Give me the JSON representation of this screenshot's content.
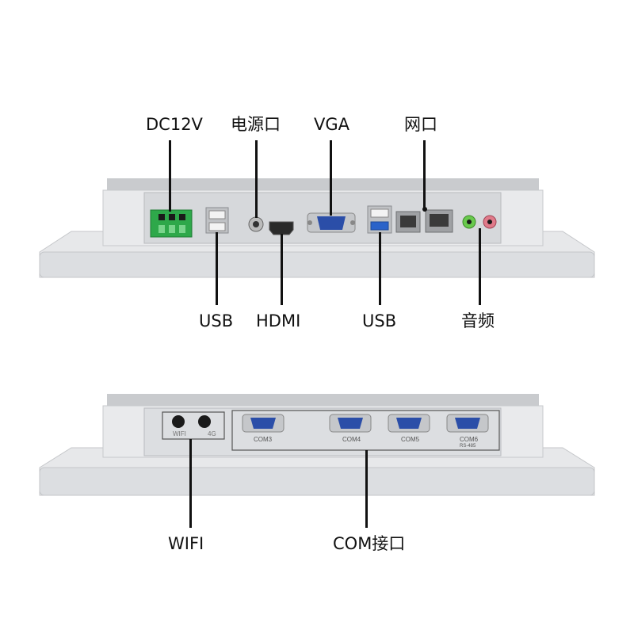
{
  "top_panel": {
    "labels_above": {
      "dc12v": "DC12V",
      "power_port": "电源口",
      "vga": "VGA",
      "network_port": "网口"
    },
    "labels_below": {
      "usb_left": "USB",
      "hdmi": "HDMI",
      "usb_right": "USB",
      "audio": "音频"
    }
  },
  "bottom_panel": {
    "labels_below": {
      "wifi": "WIFI",
      "com_ports": "COM接口"
    },
    "printed": {
      "wifi_tag": "WIFI",
      "4g_tag": "4G",
      "com3": "COM3",
      "com4": "COM4",
      "com5": "COM5",
      "com6": "COM6",
      "rs485": "RS-485"
    }
  },
  "colors": {
    "chassis": "#e6e7e9",
    "plate": "#d4d6d9",
    "terminal_block": "#2ea84a",
    "vga_blue": "#2b4ea8",
    "usb3_blue": "#2a63c9",
    "audio_green": "#69c94d",
    "audio_pink": "#e07a8a"
  }
}
